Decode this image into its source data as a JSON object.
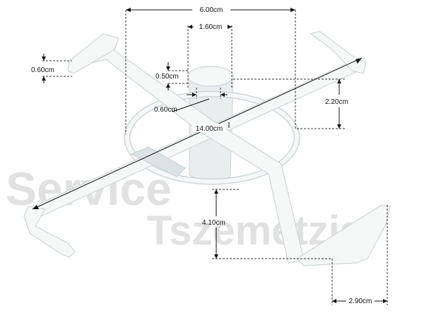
{
  "watermark": {
    "line1": "Service",
    "line2": "Tszemetzis"
  },
  "dimensions": {
    "width_top": "6.00cm",
    "hub_width": "1.60cm",
    "left_tip_height": "0.60cm",
    "hub_top": "0.50cm",
    "hub_inner": "0.60cm",
    "arm_height": "2.20cm",
    "diagonal_span": "14.00cm",
    "leg_height": "4.10cm",
    "foot_width": "2.90cm"
  },
  "colors": {
    "part_fill": "#f6f8f8",
    "part_outline": "#cfd5d8",
    "watermark": "#e1e1e1",
    "dimension_line": "#111111"
  }
}
